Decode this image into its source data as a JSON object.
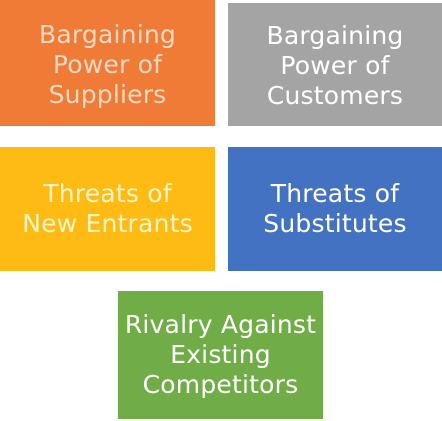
{
  "diagram": {
    "boxes": [
      {
        "id": "suppliers",
        "label": "Bargaining\nPower of\nSuppliers",
        "fill": "#f07b36",
        "text_color": "#f5d8c2"
      },
      {
        "id": "customers",
        "label": "Bargaining\nPower of\nCustomers",
        "fill": "#a4a4a4",
        "text_color": "#ffffff"
      },
      {
        "id": "new_entrants",
        "label": "Threats of\nNew Entrants",
        "fill": "#fdbb13",
        "text_color": "#fff5c8"
      },
      {
        "id": "substitutes",
        "label": "Threats of\nSubstitutes",
        "fill": "#4472c3",
        "text_color": "#ffffff"
      },
      {
        "id": "rivalry",
        "label": "Rivalry Against\nExisting\nCompetitors",
        "fill": "#70ad47",
        "text_color": "#ffffff"
      }
    ]
  }
}
